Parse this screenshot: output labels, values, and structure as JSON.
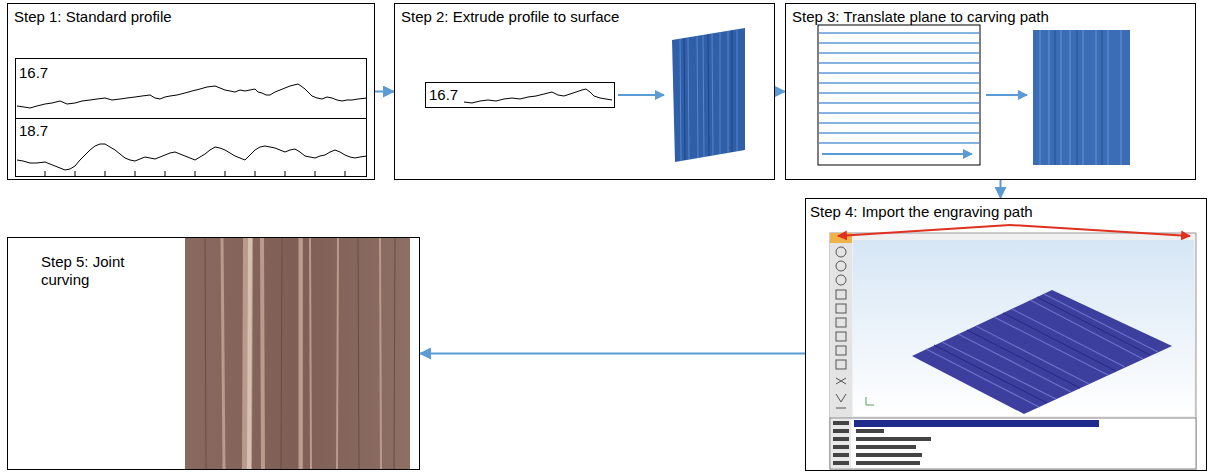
{
  "diagram": {
    "nodes": [
      {
        "text": [
          "Step 1: Standard profile"
        ]
      },
      {
        "text": [
          "16.7"
        ],
        "in": 0
      },
      {
        "text": [
          "18.7"
        ],
        "in": 0
      },
      {
        "text": [
          "Step 2: Extrude profile to surface"
        ]
      },
      {
        "text": [
          "16.7"
        ],
        "in": 3
      },
      {
        "text": [
          "Step 3: Translate plane to carving path"
        ]
      },
      {
        "text": [
          "Step 4: Import the engraving path"
        ]
      },
      {
        "text": [
          "Step 5: Joint curving"
        ]
      }
    ],
    "edges": [
      {
        "from": 0,
        "to": 3,
        "arrow": "to"
      },
      {
        "from": 3,
        "to": 5,
        "arrow": "to"
      },
      {
        "from": 5,
        "to": 6,
        "arrow": "to"
      },
      {
        "from": 6,
        "to": 7,
        "arrow": "to"
      }
    ]
  }
}
